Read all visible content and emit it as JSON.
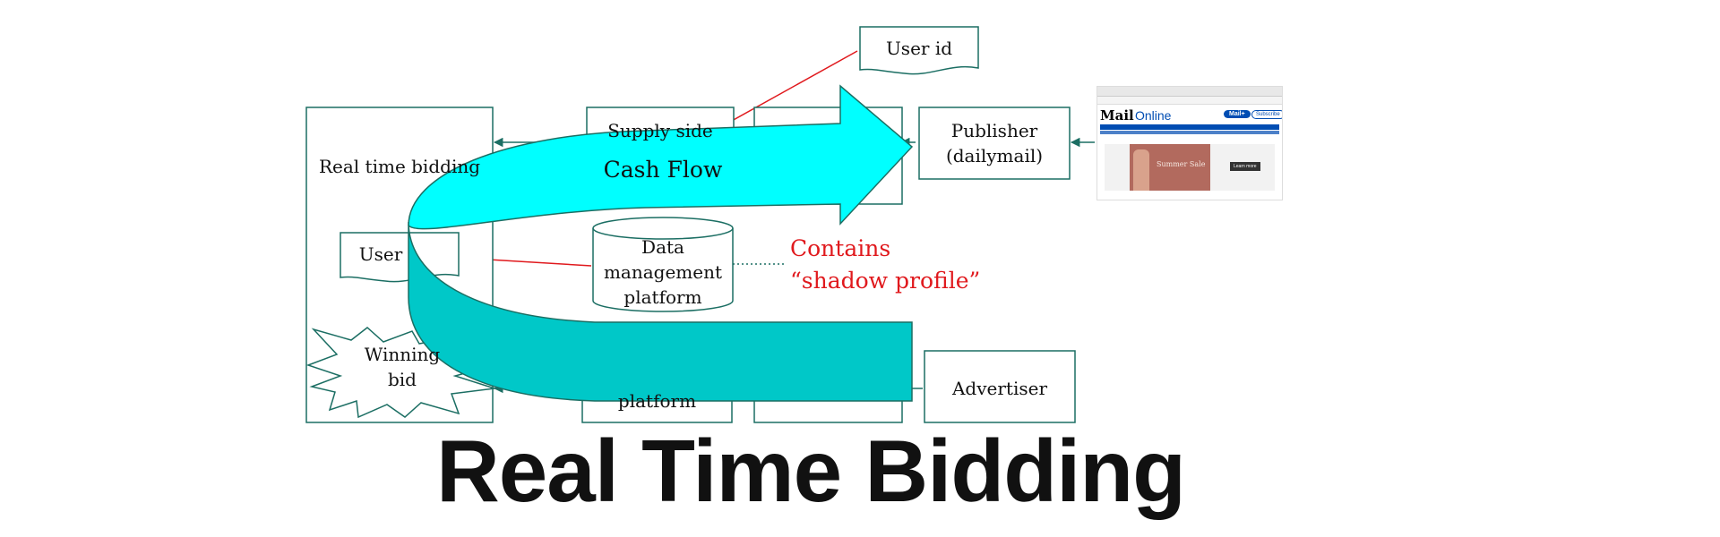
{
  "diagram": {
    "title": "Real Time Bidding",
    "nodes": {
      "user_id": "User id",
      "rtb": "Real time bidding",
      "user": "User",
      "winning_bid": "Winning\nbid",
      "supply_side": "Supply side",
      "data_mgmt": "Data\nmanagement\nplatform",
      "demand_side_partial": "platform",
      "publisher": "Publisher\n(dailymail)",
      "advertiser": "Advertiser"
    },
    "annotation": "Contains\n“shadow profile”",
    "arrow_label": "Cash Flow",
    "colors": {
      "line": "#1b6e63",
      "red": "#e0191d",
      "arrow_top": "#00ffff",
      "arrow_bottom": "#00c8c8"
    }
  },
  "screenshot": {
    "logo_bold": "Mail",
    "logo_light": "Online",
    "mailplus": "Mail+",
    "subscribe": "Subscribe",
    "ad_line1": "Summer Sale",
    "ad_button": "Learn more"
  }
}
